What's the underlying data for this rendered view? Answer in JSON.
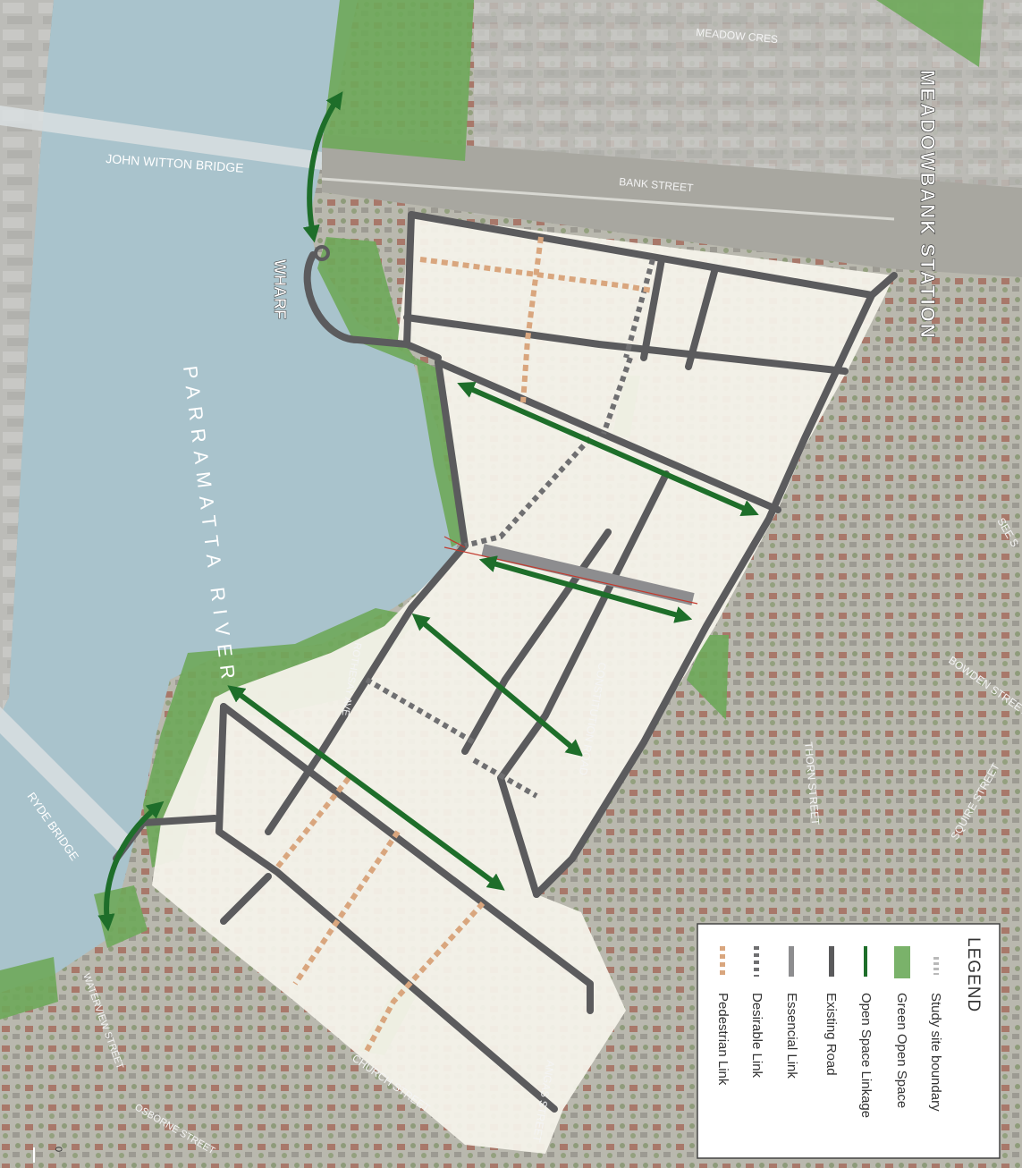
{
  "map": {
    "labels": {
      "meadowbank_station": "MEADOWBANK STATION",
      "wharf": "WHARF",
      "parramatta_river": "PARRAMATTA RIVER",
      "john_witton_bridge": "JOHN WITTON BRIDGE",
      "bank_street": "BANK STREET",
      "meadow_cres": "MEADOW CRES",
      "ryde_bridge": "RYDE BRIDGE",
      "church_street": "CHURCH STREET",
      "bowden_street": "BOWDEN STREET",
      "squire_street": "SQUIRE STREET",
      "thorn_street": "THORN STREET",
      "see_street": "SEE S",
      "constitution_road": "CONSTITUTION ROAD",
      "angas_street": "ANGAS STREET",
      "osborne_street": "OSBORNE STREET",
      "waterview_street": "WATERVIEW STREET",
      "rothesay_ave": "ROTHESAY AVE"
    },
    "scale_marker": "0"
  },
  "legend": {
    "title": "LEGEND",
    "items": [
      {
        "label": "Study site boundary",
        "icon": "study-site-boundary-icon",
        "color": "#b9b9b9"
      },
      {
        "label": "Green Open Space",
        "icon": "green-open-space-icon",
        "color": "#7ab26a"
      },
      {
        "label": "Open Space Linkage",
        "icon": "open-space-linkage-icon",
        "color": "#1e6e2a"
      },
      {
        "label": "Existing Road",
        "icon": "existing-road-icon",
        "color": "#5a5a5c"
      },
      {
        "label": "Essencial Link",
        "icon": "essencial-link-icon",
        "color": "#8d8d8f"
      },
      {
        "label": "Desirable Link",
        "icon": "desirable-link-icon",
        "color": "#6f6f71"
      },
      {
        "label": "Pedestrian Link",
        "icon": "pedestrian-link-icon",
        "color": "#d9a67e"
      }
    ]
  },
  "colors": {
    "water": "#a9c3cc",
    "green": "#6ea95a",
    "site": "#f4f2ea",
    "road": "#5b5b5d",
    "arrow": "#1e6e2a"
  }
}
